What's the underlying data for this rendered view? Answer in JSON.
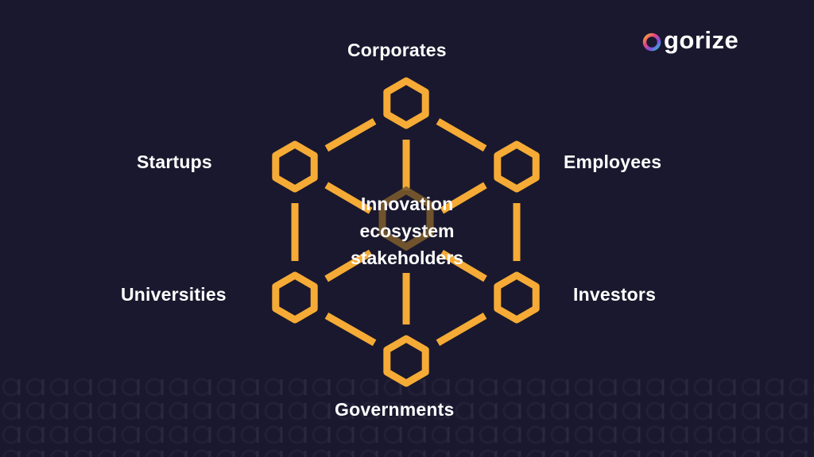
{
  "brand": {
    "name": "agorize",
    "logo_tail": "gorize"
  },
  "center": {
    "lines": [
      "Innovation",
      "ecosystem",
      "stakeholders"
    ]
  },
  "stakeholders": {
    "top": "Corporates",
    "upper_right": "Employees",
    "lower_right": "Investors",
    "bottom": "Governments",
    "lower_left": "Universities",
    "upper_left": "Startups"
  },
  "colors": {
    "background": "#1a182e",
    "accent": "#f5ab35",
    "text": "#ffffff",
    "logo_gradient": [
      "#f5ab35",
      "#e8467c",
      "#7a4fe0",
      "#2fc5d6"
    ]
  }
}
